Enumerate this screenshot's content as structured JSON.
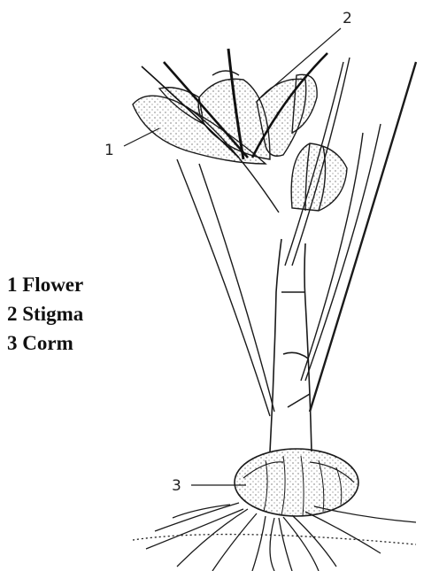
{
  "legend": {
    "items": [
      {
        "number": "1",
        "name": "Flower"
      },
      {
        "number": "2",
        "name": "Stigma"
      },
      {
        "number": "3",
        "name": "Corm"
      }
    ]
  },
  "callouts": {
    "flower": "1",
    "stigma": "2",
    "corm": "3"
  },
  "colors": {
    "ink": "#1a1a1a",
    "background": "#ffffff"
  }
}
